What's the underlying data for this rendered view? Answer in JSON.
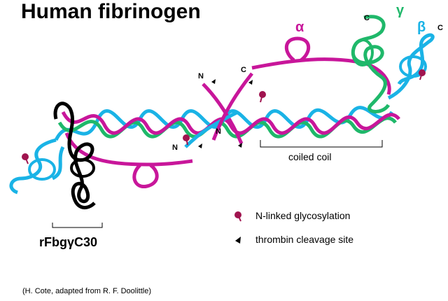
{
  "title": "Human fibrinogen",
  "chain_labels": {
    "alpha": "α",
    "gamma": "γ",
    "beta": "β"
  },
  "terminal_labels": {
    "c_alpha": "C",
    "c_gamma": "C",
    "c_beta": "C",
    "n_top": "N",
    "n_mid": "N",
    "n_low": "N"
  },
  "region_labels": {
    "coiled_coil": "coiled coil",
    "fragment": "rFbgγC30"
  },
  "legend": {
    "glyco": "N-linked glycosylation",
    "thrombin": "thrombin cleavage site"
  },
  "credit": "(H. Cote, adapted from R. F. Doolittle)",
  "colors": {
    "alpha": "#c8169a",
    "beta": "#1ab3e6",
    "gamma": "#1fb86a",
    "fragment": "#000000",
    "glyco": "#a0144f"
  }
}
